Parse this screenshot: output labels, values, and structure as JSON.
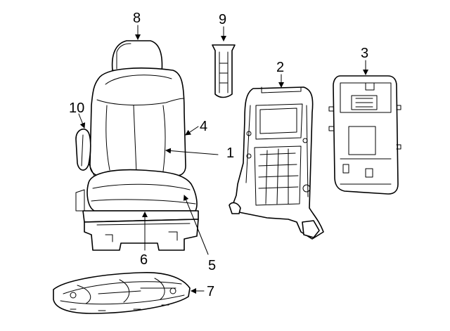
{
  "diagram": {
    "callouts": [
      {
        "id": "c1",
        "text": "1"
      },
      {
        "id": "c2",
        "text": "2"
      },
      {
        "id": "c3",
        "text": "3"
      },
      {
        "id": "c4",
        "text": "4"
      },
      {
        "id": "c5",
        "text": "5"
      },
      {
        "id": "c6",
        "text": "6"
      },
      {
        "id": "c7",
        "text": "7"
      },
      {
        "id": "c8",
        "text": "8"
      },
      {
        "id": "c9",
        "text": "9"
      },
      {
        "id": "c10",
        "text": "10"
      }
    ]
  },
  "colors": {
    "line": "#000000",
    "background": "#ffffff"
  }
}
